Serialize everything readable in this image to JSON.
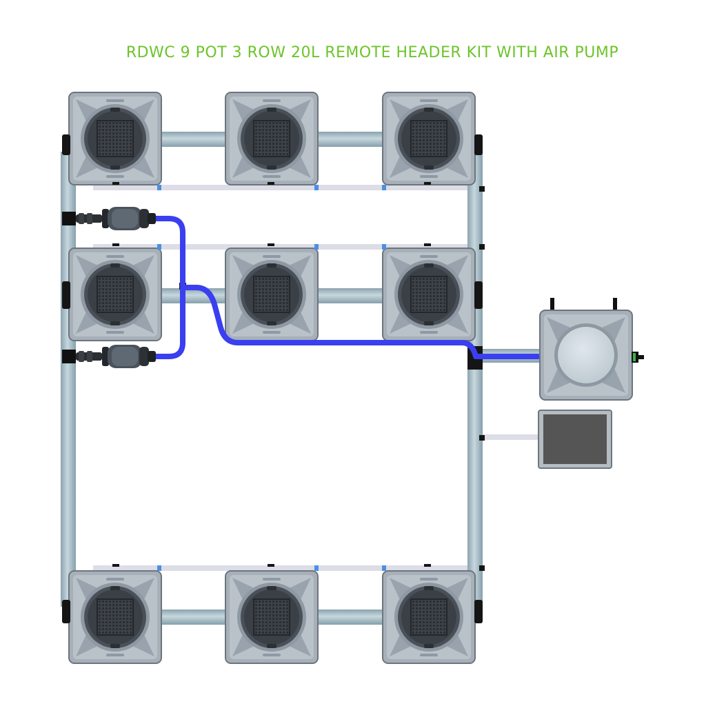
{
  "title": "RDWC 9 POT 3 ROW 20L REMOTE HEADER KIT WITH AIR PUMP",
  "colors": {
    "title": "#6cc42a",
    "pipe": "#a9bfc9",
    "pipe_dark": "#8aa3ae",
    "air_line": "#3a3ff0",
    "pot_body": "#a9b2bb",
    "pot_basket": "#3c4148",
    "drain_line": "#dcdde6",
    "fitting": "#1a1a1a",
    "connector": "#4a90e2",
    "air_pump_body": "#777777",
    "header_lid": "#cfd8de"
  },
  "components": {
    "pots": [
      {
        "id": "pot-r1-c1"
      },
      {
        "id": "pot-r1-c2"
      },
      {
        "id": "pot-r1-c3"
      },
      {
        "id": "pot-r2-c1"
      },
      {
        "id": "pot-r2-c2"
      },
      {
        "id": "pot-r2-c3"
      },
      {
        "id": "pot-r3-c1"
      },
      {
        "id": "pot-r3-c2"
      },
      {
        "id": "pot-r3-c3"
      }
    ],
    "header_tank": {
      "icon": "header-tank-icon"
    },
    "air_pump": {
      "icon": "air-pump-icon"
    },
    "air_stones": [
      {
        "icon": "air-stone-icon"
      },
      {
        "icon": "air-stone-icon"
      }
    ]
  }
}
